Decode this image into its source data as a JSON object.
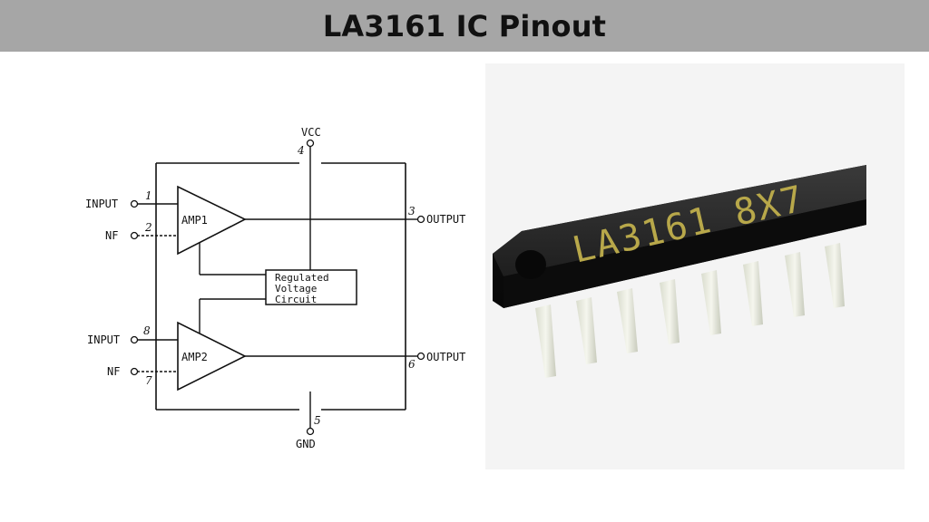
{
  "title": "LA3161 IC Pinout",
  "diagram": {
    "vcc_label": "VCC",
    "gnd_label": "GND",
    "amp1_label": "AMP1",
    "amp2_label": "AMP2",
    "regulator_lines": [
      "Regulated",
      "Voltage",
      "Circuit"
    ],
    "pins": {
      "in1": {
        "num": "1",
        "label": "INPUT"
      },
      "nf1": {
        "num": "2",
        "label": "NF"
      },
      "out1": {
        "num": "3",
        "label": "OUTPUT"
      },
      "vcc": {
        "num": "4"
      },
      "gnd": {
        "num": "5"
      },
      "out2": {
        "num": "6",
        "label": "OUTPUT"
      },
      "nf2": {
        "num": "7",
        "label": "NF"
      },
      "in2": {
        "num": "8",
        "label": "INPUT"
      }
    }
  },
  "photo": {
    "marking": "LA3161  8X7"
  }
}
